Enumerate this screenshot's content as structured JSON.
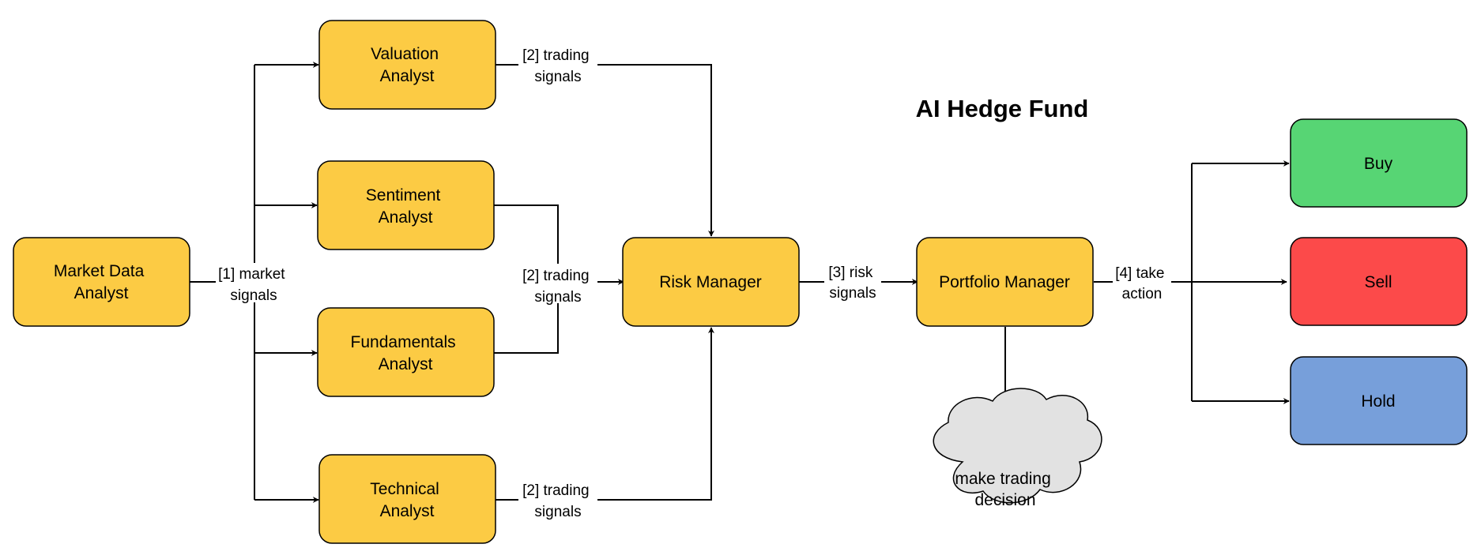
{
  "title": "AI Hedge Fund",
  "colors": {
    "analyst": "#FCCB44",
    "buy": "#57D574",
    "sell": "#FC4A4A",
    "hold": "#779FDA",
    "cloud": "#E2E2E2"
  },
  "nodes": {
    "market_data": [
      "Market Data",
      "Analyst"
    ],
    "valuation": [
      "Valuation",
      "Analyst"
    ],
    "sentiment": [
      "Sentiment",
      "Analyst"
    ],
    "fundamentals": [
      "Fundamentals",
      "Analyst"
    ],
    "technical": [
      "Technical",
      "Analyst"
    ],
    "risk_manager": [
      "Risk Manager"
    ],
    "portfolio_manager": [
      "Portfolio Manager"
    ],
    "buy": [
      "Buy"
    ],
    "sell": [
      "Sell"
    ],
    "hold": [
      "Hold"
    ],
    "decision": [
      "make trading",
      "decision"
    ]
  },
  "edge_labels": {
    "market_signals": [
      "[1] market",
      "signals"
    ],
    "trading_signals_top": [
      "[2] trading",
      "signals"
    ],
    "trading_signals_mid": [
      "[2] trading",
      "signals"
    ],
    "trading_signals_bottom": [
      "[2] trading",
      "signals"
    ],
    "risk_signals": [
      "[3] risk",
      "signals"
    ],
    "take_action": [
      "[4] take",
      "action"
    ]
  }
}
